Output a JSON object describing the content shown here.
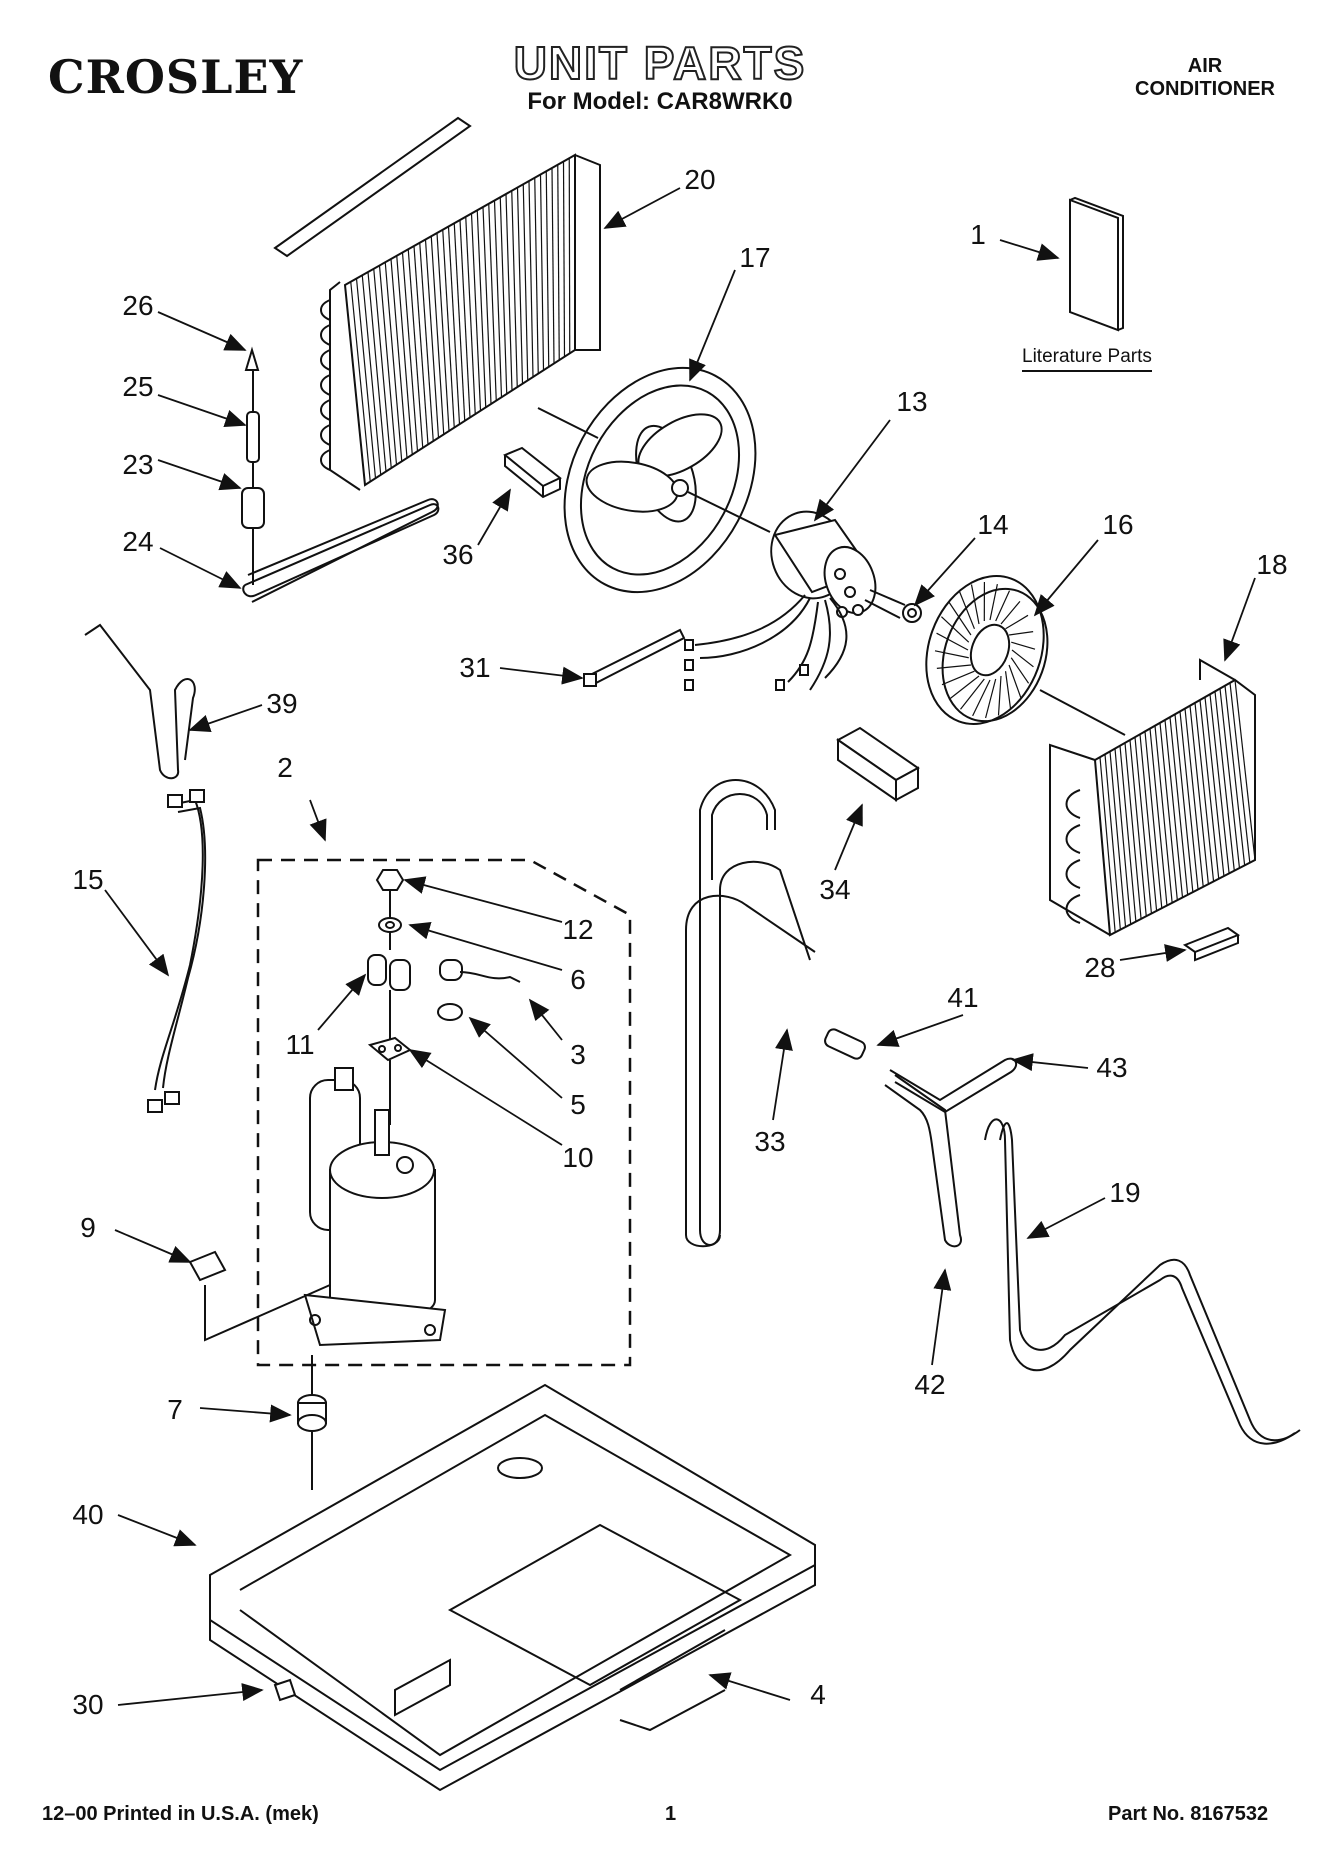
{
  "header": {
    "brand": "CROSLEY",
    "title": "UNIT PARTS",
    "model_line": "For Model: CAR8WRK0",
    "product_line1": "AIR",
    "product_line2": "CONDITIONER"
  },
  "literature_label": "Literature Parts",
  "callouts": [
    {
      "id": "c1",
      "label": "1"
    },
    {
      "id": "c2",
      "label": "2"
    },
    {
      "id": "c3",
      "label": "3"
    },
    {
      "id": "c4",
      "label": "4"
    },
    {
      "id": "c5",
      "label": "5"
    },
    {
      "id": "c6",
      "label": "6"
    },
    {
      "id": "c7",
      "label": "7"
    },
    {
      "id": "c9",
      "label": "9"
    },
    {
      "id": "c10",
      "label": "10"
    },
    {
      "id": "c11",
      "label": "11"
    },
    {
      "id": "c12",
      "label": "12"
    },
    {
      "id": "c13",
      "label": "13"
    },
    {
      "id": "c14",
      "label": "14"
    },
    {
      "id": "c15",
      "label": "15"
    },
    {
      "id": "c16",
      "label": "16"
    },
    {
      "id": "c17",
      "label": "17"
    },
    {
      "id": "c18",
      "label": "18"
    },
    {
      "id": "c19",
      "label": "19"
    },
    {
      "id": "c20",
      "label": "20"
    },
    {
      "id": "c23",
      "label": "23"
    },
    {
      "id": "c24",
      "label": "24"
    },
    {
      "id": "c25",
      "label": "25"
    },
    {
      "id": "c26",
      "label": "26"
    },
    {
      "id": "c28",
      "label": "28"
    },
    {
      "id": "c30",
      "label": "30"
    },
    {
      "id": "c31",
      "label": "31"
    },
    {
      "id": "c33",
      "label": "33"
    },
    {
      "id": "c34",
      "label": "34"
    },
    {
      "id": "c36",
      "label": "36"
    },
    {
      "id": "c39",
      "label": "39"
    },
    {
      "id": "c40",
      "label": "40"
    },
    {
      "id": "c41",
      "label": "41"
    },
    {
      "id": "c42",
      "label": "42"
    },
    {
      "id": "c43",
      "label": "43"
    }
  ],
  "footer": {
    "left": "12–00 Printed in U.S.A. (mek)",
    "page": "1",
    "right": "Part No. 8167532"
  }
}
